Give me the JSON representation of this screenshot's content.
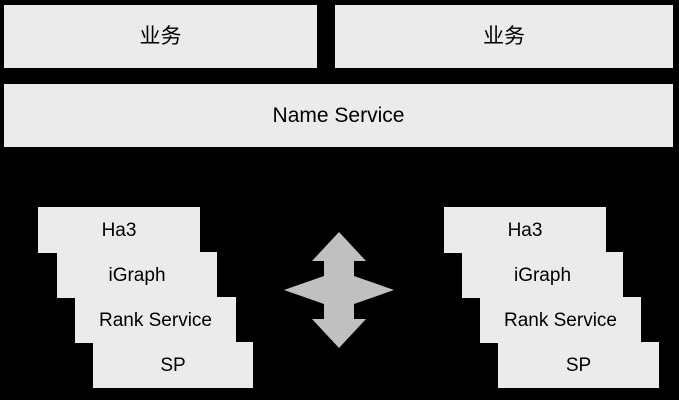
{
  "diagram": {
    "background_color": "#000000",
    "box_fill_color": "#ebebeb",
    "box_text_color": "#000000",
    "arrow_color": "#c0c0c0",
    "top_row": [
      {
        "label": "业务"
      },
      {
        "label": "业务"
      }
    ],
    "name_service": {
      "label": "Name Service"
    },
    "left_stack": [
      {
        "label": "Ha3"
      },
      {
        "label": "iGraph"
      },
      {
        "label": "Rank Service"
      },
      {
        "label": "SP"
      }
    ],
    "right_stack": [
      {
        "label": "Ha3"
      },
      {
        "label": "iGraph"
      },
      {
        "label": "Rank Service"
      },
      {
        "label": "SP"
      }
    ],
    "connector": {
      "icon": "double-headed-horizontal-arrow-icon"
    }
  }
}
